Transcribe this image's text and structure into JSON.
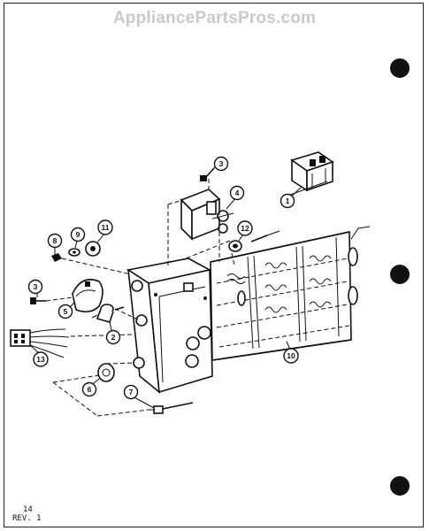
{
  "watermark": "AppliancePartsPros.com",
  "footer": {
    "page_number": "14",
    "revision": "REV. 1"
  },
  "callouts": [
    "1",
    "2",
    "3",
    "3",
    "4",
    "5",
    "6",
    "7",
    "8",
    "9",
    "10",
    "11",
    "12",
    "13"
  ],
  "colors": {
    "ink": "#111111",
    "watermark": "#c9c9c9",
    "paper": "#ffffff"
  }
}
